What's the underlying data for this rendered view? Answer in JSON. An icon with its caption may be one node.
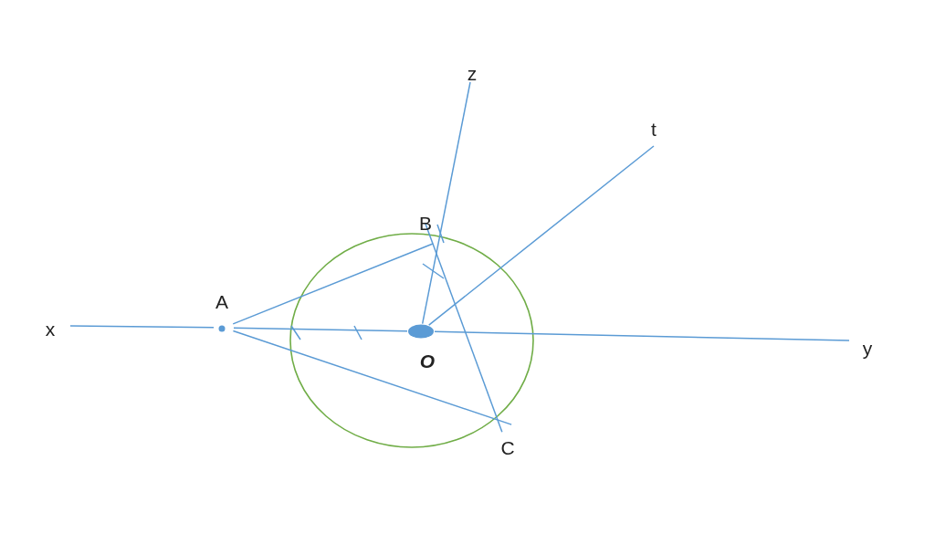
{
  "diagram": {
    "nodes": [
      {
        "text": [
          "x"
        ]
      },
      {
        "text": [
          "A"
        ]
      },
      {
        "text": [
          "O"
        ]
      },
      {
        "text": [
          "y"
        ]
      },
      {
        "text": [
          "z"
        ]
      },
      {
        "text": [
          "t"
        ]
      },
      {
        "text": [
          "B"
        ]
      },
      {
        "text": [
          "C"
        ]
      }
    ],
    "edges": [
      {
        "from": 0,
        "to": 1,
        "arrow": "none"
      },
      {
        "from": 1,
        "to": 2,
        "arrow": "none"
      },
      {
        "from": 2,
        "to": 3,
        "arrow": "none"
      },
      {
        "from": 2,
        "to": 4,
        "arrow": "none"
      },
      {
        "from": 2,
        "to": 5,
        "arrow": "none"
      },
      {
        "from": 1,
        "to": 6,
        "arrow": "none"
      },
      {
        "from": 1,
        "to": 7,
        "arrow": "none"
      },
      {
        "from": 6,
        "to": 7,
        "arrow": "none"
      }
    ]
  }
}
